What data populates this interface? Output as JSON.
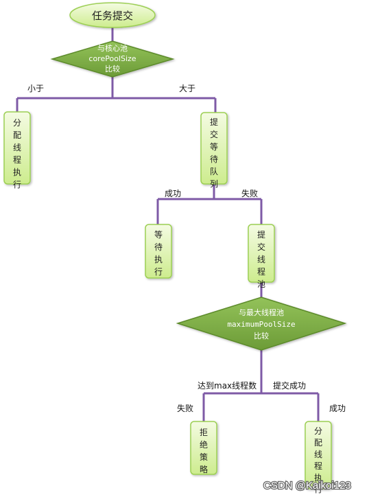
{
  "start": "任务提交",
  "decision1": {
    "lines": [
      "与核心池",
      "corePoolSize",
      "比较"
    ]
  },
  "edges1": {
    "left": "小于",
    "right": "大于"
  },
  "box_allocate_1": "分配线程执行",
  "box_queue": "提交等待队列",
  "edges2": {
    "left": "成功",
    "right": "失败"
  },
  "box_wait": "等待执行",
  "box_submit_pool": "提交线程池",
  "decision2": {
    "lines": [
      "与最大线程池",
      "maximumPoolSize",
      "比较"
    ]
  },
  "edges3": {
    "left": "达到max线程数",
    "right": "提交成功"
  },
  "edges4": {
    "left": "失败",
    "right": "成功"
  },
  "box_reject": "拒绝策略",
  "box_allocate_2": "分配线程执行",
  "watermark": "CSDN @Kaikoi123",
  "colors": {
    "connector": "#7e5aa6",
    "box_fill": "#e3f5b8",
    "box_border": "#9ccf53",
    "diamond_fill": "#7aa843"
  }
}
